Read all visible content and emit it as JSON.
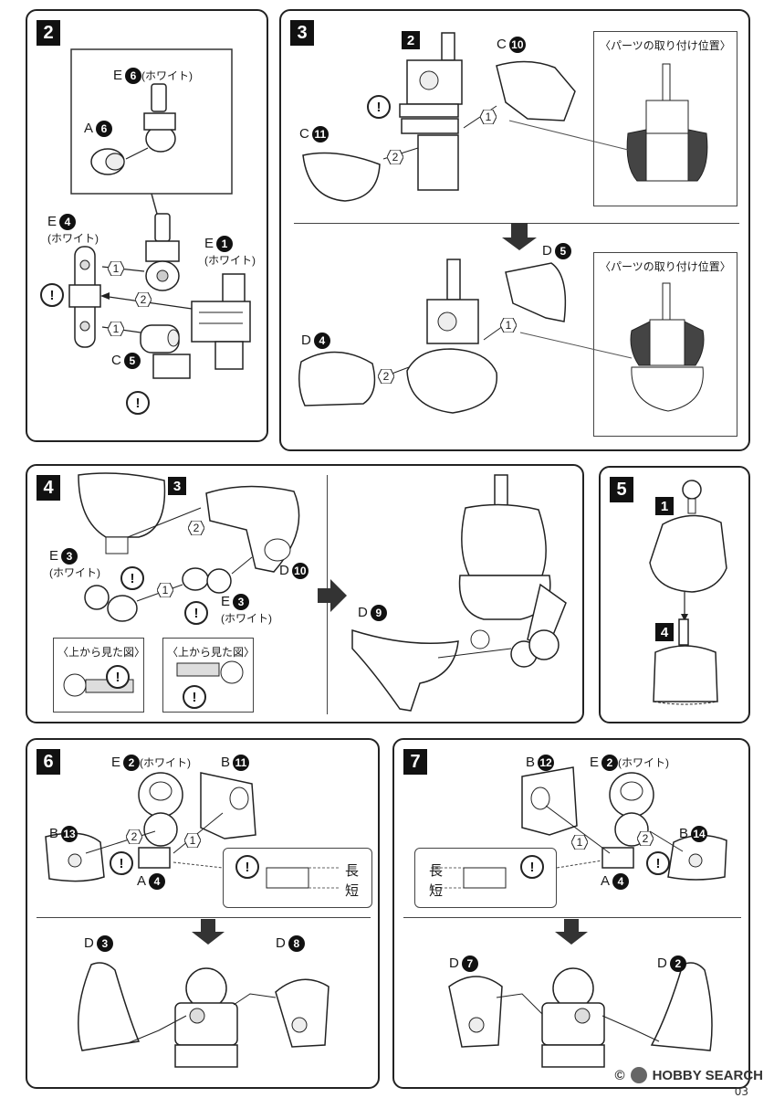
{
  "page": {
    "number": "03",
    "watermark": "HOBBY SEARCH",
    "watermark_prefix": "©"
  },
  "steps": {
    "s2": {
      "num": "2",
      "label_e6": "E",
      "label_e6_n": "6",
      "label_e6_note": "(ホワイト)",
      "label_a6": "A",
      "label_a6_n": "6",
      "label_e4": "E",
      "label_e4_n": "4",
      "label_e4_note": "(ホワイト)",
      "label_e1": "E",
      "label_e1_n": "1",
      "label_e1_note": "(ホワイト)",
      "label_c5": "C",
      "label_c5_n": "5",
      "order1": "1",
      "order2": "2",
      "order3": "1",
      "warn": "!"
    },
    "s3": {
      "num": "3",
      "sub2": "2",
      "label_c10": "C",
      "label_c10_n": "10",
      "label_c11": "C",
      "label_c11_n": "11",
      "label_d5": "D",
      "label_d5_n": "5",
      "label_d4": "D",
      "label_d4_n": "4",
      "inset_title": "〈パーツの取り付け位置〉",
      "o1": "1",
      "o2": "2",
      "warn": "!"
    },
    "s4": {
      "num": "4",
      "sub3": "3",
      "label_e3a": "E",
      "label_e3a_n": "3",
      "label_e3a_note": "(ホワイト)",
      "label_e3b": "E",
      "label_e3b_n": "3",
      "label_e3b_note": "(ホワイト)",
      "label_d10": "D",
      "label_d10_n": "10",
      "label_d9": "D",
      "label_d9_n": "9",
      "inset_title": "〈上から見た図〉",
      "o1": "1",
      "o2": "2",
      "warn": "!"
    },
    "s5": {
      "num": "5",
      "sub1": "1",
      "sub4": "4"
    },
    "s6": {
      "num": "6",
      "label_e2": "E",
      "label_e2_n": "2",
      "label_e2_note": "(ホワイト)",
      "label_b11": "B",
      "label_b11_n": "11",
      "label_b13": "B",
      "label_b13_n": "13",
      "label_a4": "A",
      "label_a4_n": "4",
      "label_d3": "D",
      "label_d3_n": "3",
      "label_d8": "D",
      "label_d8_n": "8",
      "long": "長",
      "short": "短",
      "o1": "1",
      "o2": "2",
      "warn": "!"
    },
    "s7": {
      "num": "7",
      "label_b12": "B",
      "label_b12_n": "12",
      "label_e2": "E",
      "label_e2_n": "2",
      "label_e2_note": "(ホワイト)",
      "label_b14": "B",
      "label_b14_n": "14",
      "label_a4": "A",
      "label_a4_n": "4",
      "label_d7": "D",
      "label_d7_n": "7",
      "label_d2": "D",
      "label_d2_n": "2",
      "long": "長",
      "short": "短",
      "o1": "1",
      "o2": "2",
      "warn": "!"
    }
  }
}
